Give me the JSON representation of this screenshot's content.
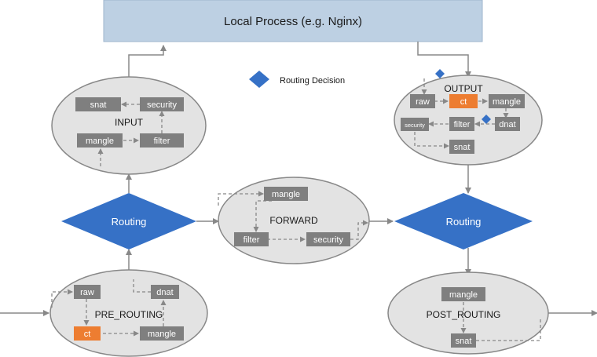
{
  "header": {
    "title": "Local Process (e.g. Nginx)"
  },
  "legend": {
    "label": "Routing Decision"
  },
  "chains": {
    "input": {
      "label": "INPUT",
      "snat": "snat",
      "security": "security",
      "mangle": "mangle",
      "filter": "filter"
    },
    "output": {
      "label": "OUTPUT",
      "raw": "raw",
      "ct": "ct",
      "mangle": "mangle",
      "security": "security",
      "filter": "filter",
      "dnat": "dnat",
      "snat": "snat"
    },
    "forward": {
      "label": "FORWARD",
      "mangle": "mangle",
      "filter": "filter",
      "security": "security"
    },
    "pre_routing": {
      "label": "PRE_ROUTING",
      "raw": "raw",
      "dnat": "dnat",
      "ct": "ct",
      "mangle": "mangle"
    },
    "post_routing": {
      "label": "POST_ROUTING",
      "mangle": "mangle",
      "snat": "snat"
    }
  },
  "routing": {
    "left": "Routing",
    "right": "Routing"
  },
  "colors": {
    "header_fill": "#bdd0e3",
    "ellipse_fill": "#e3e3e3",
    "box_fill": "#7f7f7f",
    "ct_fill": "#ed7d31",
    "diamond_fill": "#3671c6",
    "line": "#888888"
  }
}
